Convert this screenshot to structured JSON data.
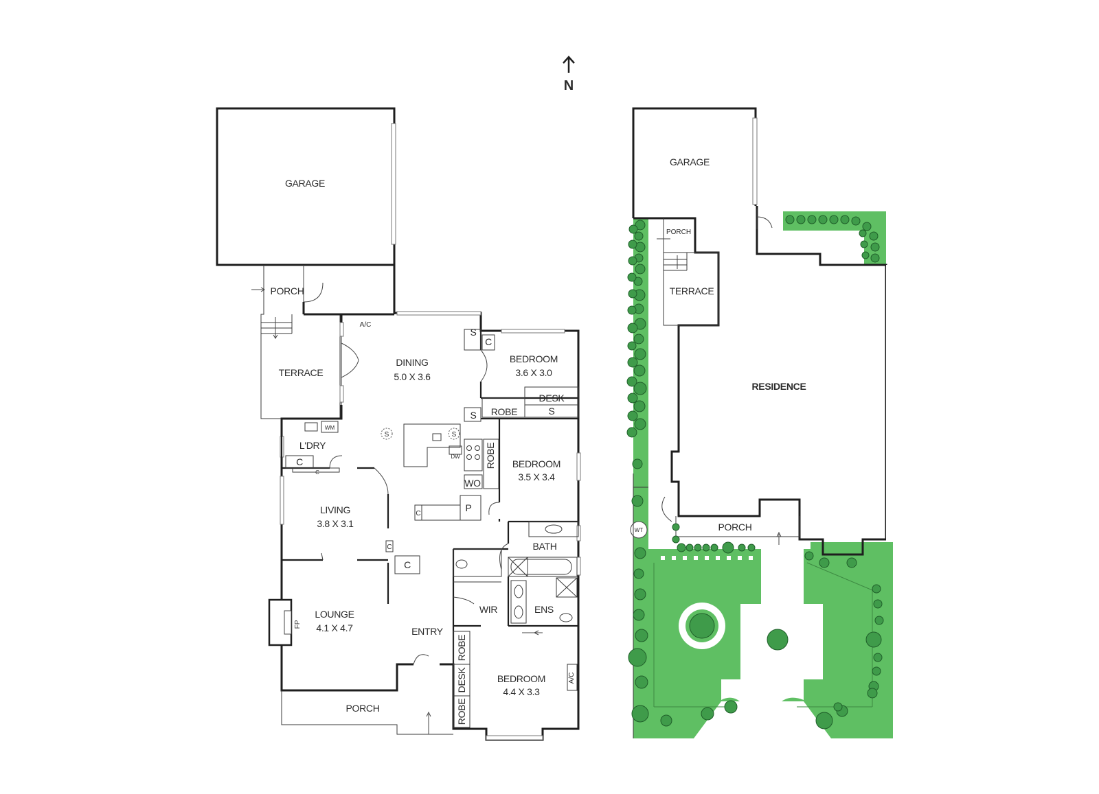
{
  "compass": {
    "label": "N"
  },
  "floor_plan": {
    "rooms": {
      "garage": {
        "name": "GARAGE"
      },
      "porch_rear": {
        "name": "PORCH"
      },
      "terrace": {
        "name": "TERRACE"
      },
      "dining": {
        "name": "DINING",
        "size": "5.0 X 3.6"
      },
      "bedroom1": {
        "name": "BEDROOM",
        "size": "3.6 X 3.0"
      },
      "bedroom2": {
        "name": "BEDROOM",
        "size": "3.5 X 3.4"
      },
      "bedroom3": {
        "name": "BEDROOM",
        "size": "4.4 X 3.3"
      },
      "laundry": {
        "name": "L'DRY"
      },
      "living": {
        "name": "LIVING",
        "size": "3.8 X 3.1"
      },
      "lounge": {
        "name": "LOUNGE",
        "size": "4.1 X 4.7"
      },
      "bath": {
        "name": "BATH"
      },
      "wir": {
        "name": "WIR"
      },
      "ens": {
        "name": "ENS"
      },
      "entry": {
        "name": "ENTRY"
      },
      "porch_front": {
        "name": "PORCH"
      }
    },
    "fixtures": {
      "robe": "ROBE",
      "desk": "DESK",
      "s": "S",
      "c": "C",
      "p": "P",
      "wo": "WO",
      "dw": "DW",
      "wm": "WM",
      "ac": "A/C",
      "fp": "FP"
    }
  },
  "site_plan": {
    "garage": "GARAGE",
    "porch_top": "PORCH",
    "terrace": "TERRACE",
    "residence": "RESIDENCE",
    "porch_front": "PORCH",
    "wt": "WT"
  },
  "colors": {
    "lawn": "#5fbf63",
    "shrub": "#3f9b4a",
    "wall": "#1e1e1e"
  }
}
